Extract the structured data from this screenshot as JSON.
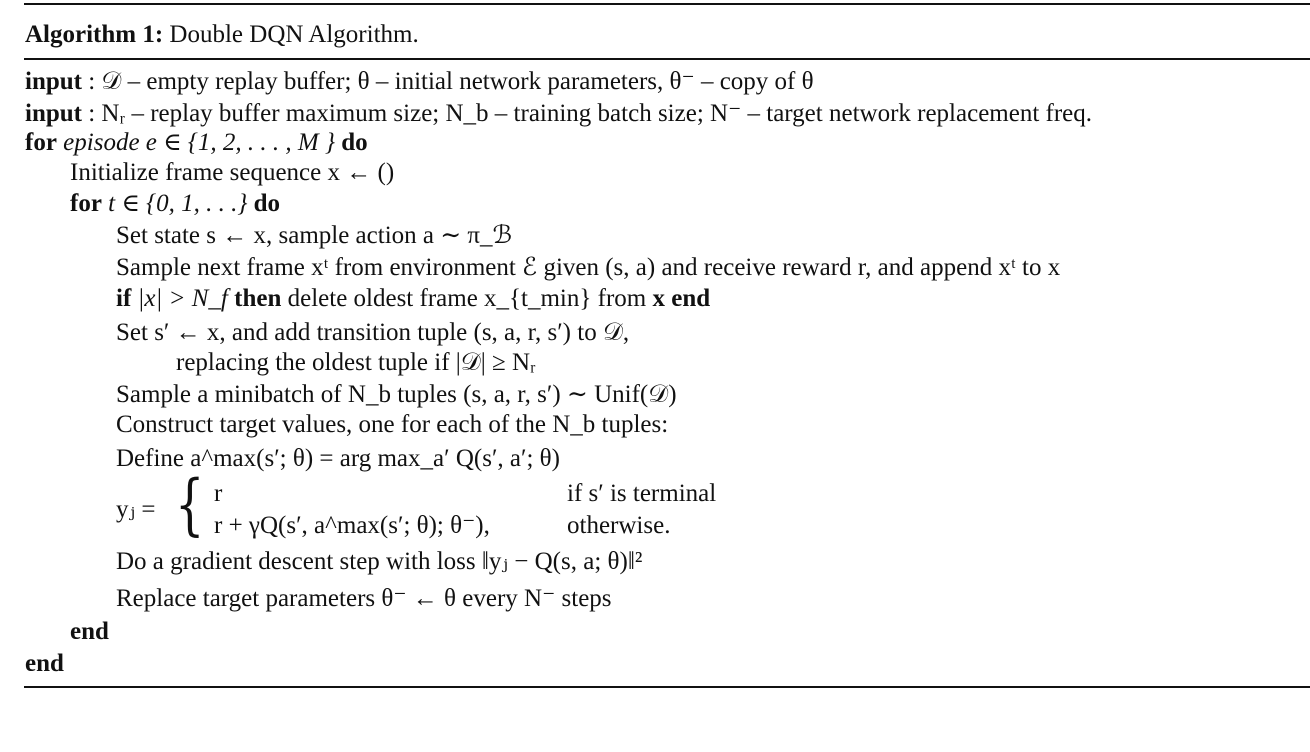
{
  "algorithm": {
    "label": "Algorithm 1:",
    "title": "Double DQN Algorithm.",
    "kw_input": "input",
    "kw_for": "for",
    "kw_do": "do",
    "kw_if": "if",
    "kw_then": "then",
    "kw_end": "end",
    "input1": ": 𝒟 – empty replay buffer; θ – initial network parameters, θ⁻ – copy of θ",
    "input2": ": Nᵣ – replay buffer maximum size; N_b – training batch size; N⁻ – target network replacement freq.",
    "for_episode_text": "episode",
    "for_episode_math": " e ∈ {1, 2, . . . , M } ",
    "init_frames": "Initialize frame sequence x ← ()",
    "for_t_math": " t ∈ {0, 1, . . .} ",
    "set_state": "Set state s ← x, sample action a ∼ π_ℬ",
    "sample_frame": "Sample next frame xᵗ from environment ℰ given (s, a) and receive reward r, and append xᵗ to x",
    "if_cond": " |x| > N_f ",
    "if_body": " delete oldest frame x_{t_min} from ",
    "if_tail": "x",
    "set_sprime": "Set s′ ← x, and add transition tuple (s, a, r, s′) to 𝒟,",
    "replacing": "replacing the oldest tuple if |𝒟| ≥ Nᵣ",
    "minibatch": "Sample a minibatch of N_b tuples (s, a, r, s′) ∼ Unif(𝒟)",
    "construct": "Construct target values, one for each of the N_b tuples:",
    "define": "Define a^max(s′; θ) = arg max_a′ Q(s′, a′; θ)",
    "yj_lhs": "yⱼ =",
    "case1_expr": "r",
    "case1_cond": "if s′ is terminal",
    "case2_expr": "r + γQ(s′, a^max(s′; θ); θ⁻),",
    "case2_cond": "otherwise.",
    "gradient": "Do a gradient descent step with loss ‖yⱼ − Q(s, a; θ)‖²",
    "replace_target": "Replace target parameters θ⁻ ← θ every N⁻ steps"
  }
}
